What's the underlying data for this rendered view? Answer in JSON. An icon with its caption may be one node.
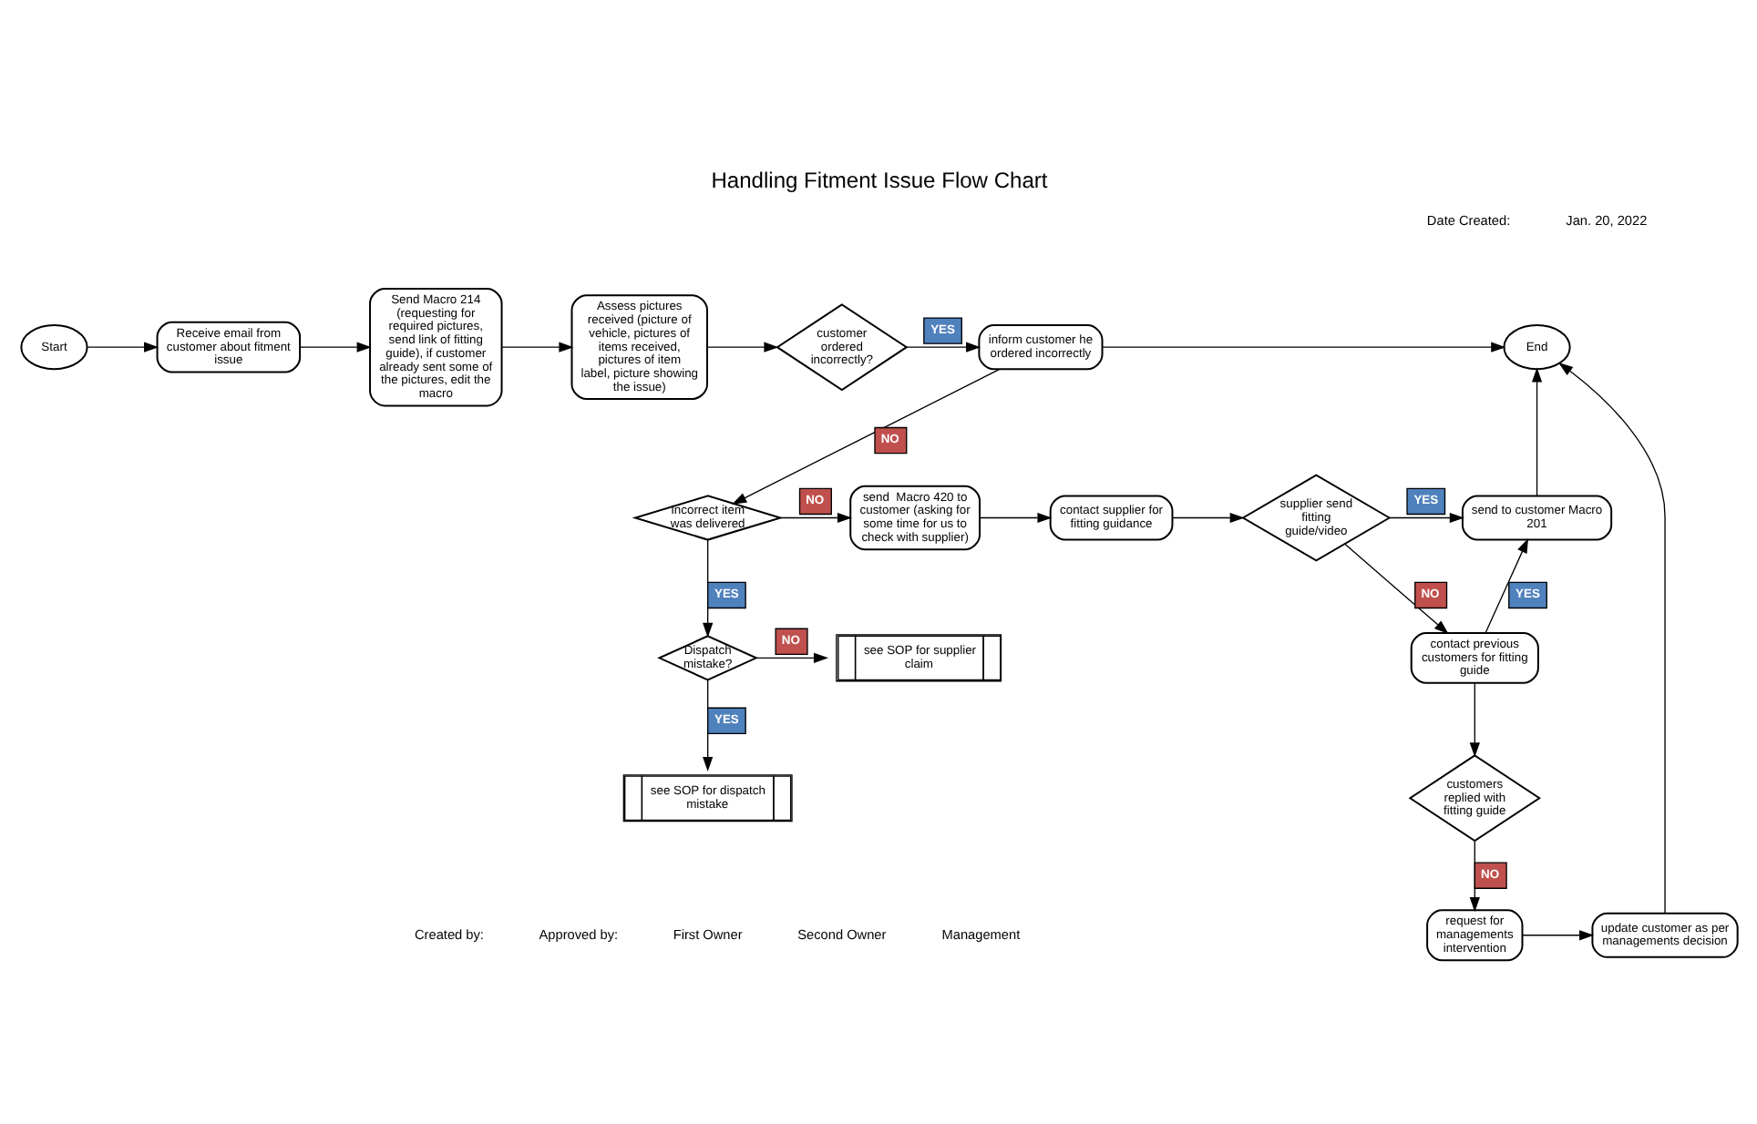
{
  "diagram": {
    "title": "Handling Fitment Issue Flow Chart",
    "nodes": [
      {
        "text": [
          "Start"
        ]
      },
      {
        "text": [
          "Receive email from customer about fitment issue"
        ]
      },
      {
        "text": [
          "Send Macro 214 (requesting for required pictures, send link of fitting guide), if customer already sent some of the pictures, edit the macro"
        ]
      },
      {
        "text": [
          "Assess pictures received (picture of vehicle, pictures of items received, pictures of item label, picture showing the issue)"
        ]
      },
      {
        "text": [
          "customer ordered incorrectly?"
        ]
      },
      {
        "text": [
          "inform customer he ordered incorrectly"
        ]
      },
      {
        "text": [
          "End"
        ]
      },
      {
        "text": [
          "Incorrect item was delivered"
        ]
      },
      {
        "text": [
          "send  Macro 420 to customer (asking for some time for us to check with supplier)"
        ]
      },
      {
        "text": [
          "contact supplier for fitting guidance"
        ]
      },
      {
        "text": [
          "supplier send fitting guide/video"
        ]
      },
      {
        "text": [
          "send to customer Macro 201"
        ]
      },
      {
        "text": [
          "Dispatch mistake?"
        ]
      },
      {
        "text": [
          "see SOP for supplier claim"
        ]
      },
      {
        "text": [
          "contact previous customers for fitting guide"
        ]
      },
      {
        "text": [
          "see SOP for dispatch mistake"
        ]
      },
      {
        "text": [
          "customers replied with fitting guide"
        ]
      },
      {
        "text": [
          "request for managements intervention"
        ]
      },
      {
        "text": [
          "update customer as per managements decision"
        ]
      }
    ],
    "edges": [
      {
        "from": 0,
        "to": 1,
        "arrow": "to"
      },
      {
        "from": 1,
        "to": 2,
        "arrow": "to"
      },
      {
        "from": 2,
        "to": 3,
        "arrow": "to"
      },
      {
        "from": 3,
        "to": 4,
        "arrow": "to"
      },
      {
        "from": 4,
        "to": 5,
        "arrow": "to",
        "label": "YES"
      },
      {
        "from": 5,
        "to": 6,
        "arrow": "to"
      },
      {
        "from": 5,
        "to": 7,
        "arrow": "to",
        "label": "NO"
      },
      {
        "from": 7,
        "to": 8,
        "arrow": "to",
        "label": "NO"
      },
      {
        "from": 7,
        "to": 12,
        "arrow": "to",
        "label": "YES"
      },
      {
        "from": 8,
        "to": 9,
        "arrow": "to"
      },
      {
        "from": 9,
        "to": 10,
        "arrow": "to"
      },
      {
        "from": 10,
        "to": 11,
        "arrow": "to",
        "label": "YES"
      },
      {
        "from": 10,
        "to": 14,
        "arrow": "to",
        "label": "NO"
      },
      {
        "from": 11,
        "to": 6,
        "arrow": "to"
      },
      {
        "from": 12,
        "to": 13,
        "arrow": "to",
        "label": "NO"
      },
      {
        "from": 12,
        "to": 15,
        "arrow": "to",
        "label": "YES"
      },
      {
        "from": 14,
        "to": 11,
        "arrow": "to",
        "label": "YES"
      },
      {
        "from": 14,
        "to": 16,
        "arrow": "to"
      },
      {
        "from": 16,
        "to": 17,
        "arrow": "to",
        "label": "NO"
      },
      {
        "from": 17,
        "to": 18,
        "arrow": "to"
      },
      {
        "from": 18,
        "to": 6,
        "arrow": "to"
      }
    ],
    "labels": [
      "Date Created:",
      "Jan. 20, 2022",
      "Created by:",
      "Approved by:",
      "First Owner",
      "Second Owner",
      "Management"
    ]
  }
}
